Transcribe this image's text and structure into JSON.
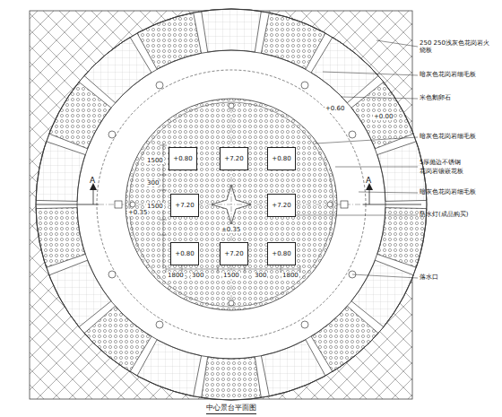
{
  "diagram": {
    "caption": "中心景台平面图",
    "nodes": [
      {
        "text": [
          "+0.80"
        ]
      },
      {
        "text": [
          "+7.20"
        ]
      },
      {
        "text": [
          "+0.80"
        ]
      },
      {
        "text": [
          "+7.20"
        ]
      },
      {
        "text": [
          "+7.20"
        ]
      },
      {
        "text": [
          "+0.80"
        ]
      },
      {
        "text": [
          "+7.20"
        ]
      },
      {
        "text": [
          "+0.80"
        ]
      }
    ],
    "labels": [
      "250 250浅灰色花岗岩火烧板",
      "暗灰色花岗岩细毛板",
      "米色鹅卵石",
      "暗灰色花岗岩细毛板",
      "5厚抛边不锈钢",
      "花岗岩镶嵌花板",
      "暗灰色花岗岩细毛板",
      "防水灯(成品购买)",
      "落水口",
      "+0.60",
      "+0.00",
      "+0.35",
      "±0.35",
      "1800",
      "300",
      "1500",
      "300",
      "1800",
      "1500",
      "300",
      "1500",
      "A",
      "A"
    ]
  }
}
